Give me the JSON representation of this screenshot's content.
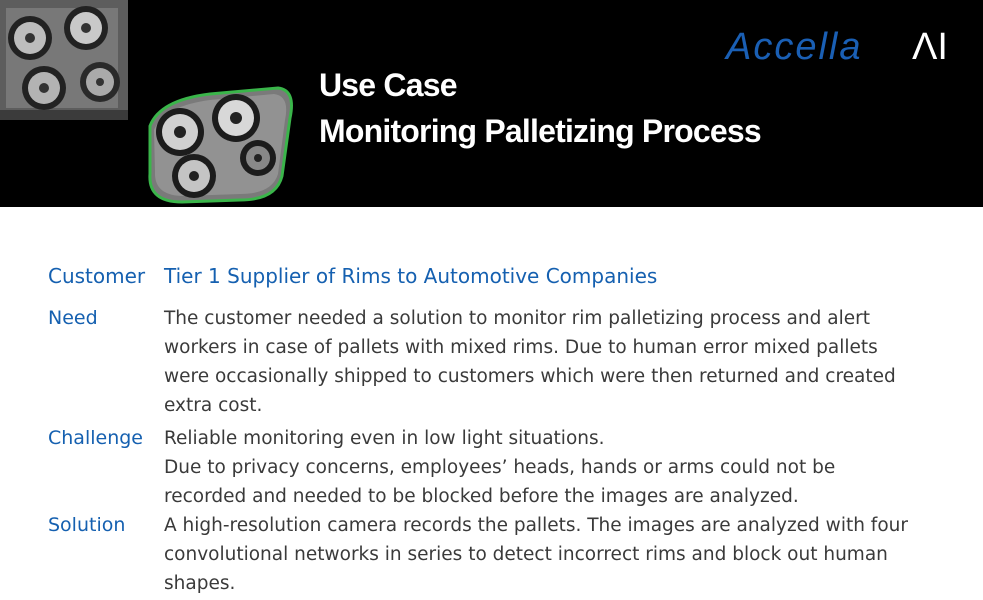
{
  "header": {
    "title_line1": "Use Case",
    "title_line2": "Monitoring Palletizing Process",
    "logo_text": "Accella",
    "logo_suffix": "ΛI"
  },
  "sections": {
    "customer": {
      "label": "Customer",
      "value": "Tier 1 Supplier of Rims to Automotive Companies"
    },
    "need": {
      "label": "Need",
      "lines": [
        "The customer needed a solution to monitor rim palletizing process and alert",
        "workers in case of pallets with mixed rims.  Due to human error mixed pallets",
        "were occasionally shipped to customers which were then returned and created",
        "extra cost."
      ]
    },
    "challenge": {
      "label": "Challenge",
      "lines": [
        "Reliable monitoring even in low light situations.",
        "Due to privacy concerns, employees’ heads, hands or arms could not be",
        "recorded and needed to be blocked before the images are analyzed."
      ]
    },
    "solution": {
      "label": "Solution",
      "lines": [
        "A high-resolution camera records the pallets. The images are analyzed with four",
        "convolutional networks in series to detect incorrect rims and block out human",
        "shapes."
      ]
    }
  },
  "colors": {
    "banner": "#000000",
    "accent_blue": "#1560b0",
    "logo_blue": "#1a5fb4",
    "body_text": "#3a3a3a"
  },
  "icons": {
    "photo": "pallet-photo",
    "pallet": "pallet-illustration"
  }
}
